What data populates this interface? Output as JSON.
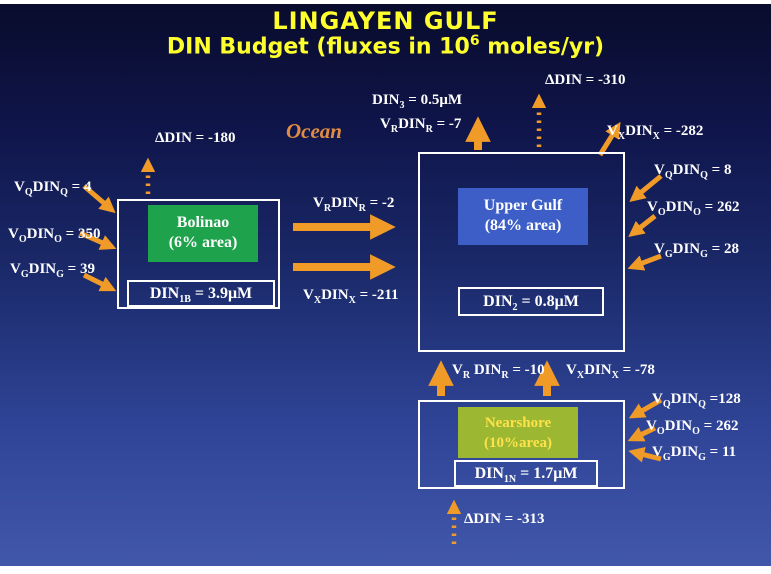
{
  "colors": {
    "background_top": "#090c2c",
    "background_bottom": "#4157a9",
    "title_yellow": "#ffff2e",
    "arrow_orange": "#f09a28",
    "bolinao_green": "#1ea24c",
    "upper_gulf_blue": "#3c5ec6",
    "nearshore_green": "#9cb832",
    "nearshore_text_yellow": "#ffe24a",
    "ocean_orange": "#e08c42",
    "label_white": "#ffffff"
  },
  "title": {
    "line1": "LINGAYEN GULF",
    "line2_pre": "DIN Budget (fluxes in 10",
    "line2_sup": "6",
    "line2_post": " moles/yr)"
  },
  "ocean_label": "Ocean",
  "boxes": {
    "bolinao": {
      "name": "Bolinao",
      "area": "(6% area)",
      "din": {
        "p": "DIN",
        "s": "1B",
        "v": " = 3.9μM"
      }
    },
    "upper_gulf": {
      "name": "Upper Gulf",
      "area": "(84% area)",
      "din": {
        "p": "DIN",
        "s": "2",
        "v": " = 0.8μM"
      }
    },
    "nearshore": {
      "name": "Nearshore",
      "area": "(10%area)",
      "din": {
        "p": "DIN",
        "s": "1N",
        "v": " = 1.7μM"
      }
    }
  },
  "deltas": {
    "bolinao": "ΔDIN = -180",
    "upper_gulf": "ΔDIN = -310",
    "nearshore": "ΔDIN = -313"
  },
  "ocean_export": {
    "din3": {
      "p": "DIN",
      "s": "3",
      "v": " = 0.5μM"
    }
  },
  "fluxes": {
    "bolinao_q": {
      "p1": "V",
      "s1": "Q",
      "p2": "DIN",
      "s2": "Q",
      "v": " = 4"
    },
    "bolinao_o": {
      "p1": "V",
      "s1": "O",
      "p2": "DIN",
      "s2": "O",
      "v": " = 350"
    },
    "bolinao_g": {
      "p1": "V",
      "s1": "G",
      "p2": "DIN",
      "s2": "G",
      "v": " = 39"
    },
    "bolinao_ug_r": {
      "p1": "V",
      "s1": "R",
      "p2": "DIN",
      "s2": "R",
      "v": " = -2"
    },
    "bolinao_ug_x": {
      "p1": "V",
      "s1": "X",
      "p2": "DIN",
      "s2": "X",
      "v": " = -211"
    },
    "ug_ocean_r": {
      "p1": "V",
      "s1": "R",
      "p2": "DIN",
      "s2": "R",
      "v": " = -7"
    },
    "ug_ocean_x": {
      "p1": "V",
      "s1": "X",
      "p2": "DIN",
      "s2": "X",
      "v": " = -282"
    },
    "ug_q": {
      "p1": "V",
      "s1": "Q",
      "p2": "DIN",
      "s2": "Q",
      "v": " = 8"
    },
    "ug_o": {
      "p1": "V",
      "s1": "O",
      "p2": "DIN",
      "s2": "O",
      "v": " = 262"
    },
    "ug_g": {
      "p1": "V",
      "s1": "G",
      "p2": "DIN",
      "s2": "G",
      "v": " = 28"
    },
    "ns_ug_r": {
      "p1": "V",
      "s1": "R",
      "p2": " DIN",
      "s2": "R",
      "v": " = -10"
    },
    "ns_ug_x": {
      "p1": "V",
      "s1": "X",
      "p2": "DIN",
      "s2": "X",
      "v": " = -78"
    },
    "ns_q": {
      "p1": "V",
      "s1": "Q",
      "p2": "DIN",
      "s2": "Q",
      "v": " =128"
    },
    "ns_o": {
      "p1": "V",
      "s1": "O",
      "p2": "DIN",
      "s2": "O",
      "v": " = 262"
    },
    "ns_g": {
      "p1": "V",
      "s1": "G",
      "p2": "DIN",
      "s2": "G",
      "v": " = 11"
    }
  }
}
